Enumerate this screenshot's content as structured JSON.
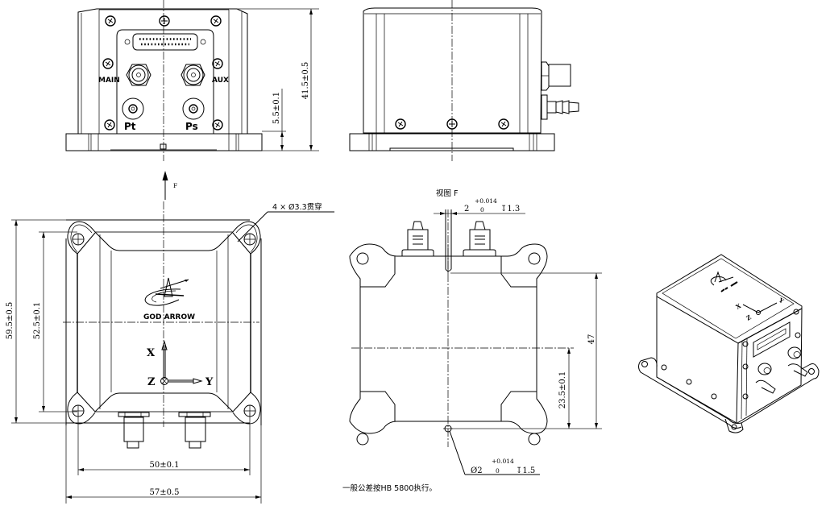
{
  "drawing": {
    "front_view": {
      "labels": {
        "main": "MAIN",
        "aux": "AUX",
        "pt": "Pt",
        "ps": "Ps"
      },
      "dimensions": {
        "height_total": "41.5±0.5",
        "base_height": "5.5±0.1"
      }
    },
    "view_arrow": {
      "label": "F"
    },
    "top_view": {
      "logo_text": "GOD ARROW",
      "axes": {
        "x": "X",
        "y": "Y",
        "z": "Z"
      },
      "hole_callout": "4 × Ø3.3贯穿",
      "dimensions": {
        "outer_height": "59.5±0.5",
        "hole_spacing_vertical": "52.5±0.1",
        "hole_spacing_horizontal": "50±0.1",
        "outer_width": "57±0.5"
      }
    },
    "view_f": {
      "title": "视图 F",
      "slot_callout": {
        "nominal": "2",
        "upper_tol": "+0.014",
        "lower_tol": "0",
        "depth": "↧1.3"
      },
      "pin_callout": {
        "nominal": "Ø2",
        "upper_tol": "+0.014",
        "lower_tol": "0",
        "depth": "↧1.5"
      },
      "dimensions": {
        "height": "47",
        "offset": "23.5±0.1"
      }
    },
    "note": "一般公差按HB 5800执行。",
    "iso_view": {
      "axes": {
        "x": "X",
        "y": "Y",
        "z": "Z"
      }
    }
  }
}
